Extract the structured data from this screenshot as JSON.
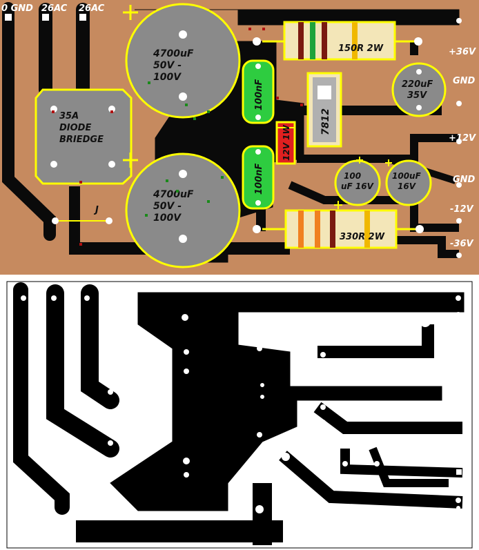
{
  "colors": {
    "board": "#c68a5f",
    "trace": "#0a0a0a",
    "silk": "#ffff00",
    "cap_gray": "#8a8a8a",
    "cap_green": "#2ecc40",
    "resistor_body": "#f3e6b8",
    "zener": "#e02020",
    "bottom_bg": "#ffffff"
  },
  "top": {
    "connectors": {
      "gnd_in": "0 GND",
      "ac1": "26AC",
      "ac2": "26AC"
    },
    "bridge": {
      "line1": "35A",
      "line2": "DIODE",
      "line3": "BRIEDGE"
    },
    "cap_top": {
      "l1": "4700uF",
      "l2": "50V -",
      "l3": "100V"
    },
    "cap_bottom": {
      "l1": "4700uF",
      "l2": "50V -",
      "l3": "100V"
    },
    "film_top": "100nF",
    "film_bottom": "100nF",
    "zener": "12V 1W",
    "regulator": "7812",
    "res_top": "150R 2W",
    "res_bottom": "330R 2W",
    "cap_220": {
      "l1": "220uF",
      "l2": "35V"
    },
    "cap_100a": {
      "l1": "100",
      "l2": "uF 16V"
    },
    "cap_100b": {
      "l1": "100uF",
      "l2": "16V"
    },
    "jumper": "J",
    "outputs": {
      "p36": "+36V",
      "gnd1": "GND",
      "p12": "+12V",
      "gnd2": "GND",
      "m12": "-12V",
      "m36": "-36V"
    }
  }
}
